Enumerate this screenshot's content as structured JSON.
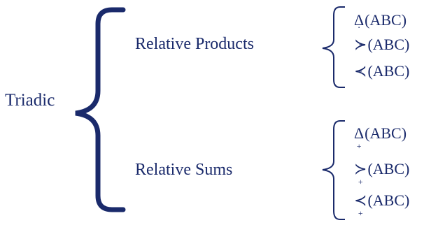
{
  "root": {
    "label": "Triadic"
  },
  "groups": [
    {
      "label": "Relative Products",
      "terms": [
        {
          "symbol": "Δ",
          "mark": ".",
          "args": "(ABC)"
        },
        {
          "symbol": "≻",
          "mark": "-",
          "args": "(ABC)"
        },
        {
          "symbol": "≺",
          "mark": "-",
          "args": "(ABC)"
        }
      ]
    },
    {
      "label": "Relative Sums",
      "terms": [
        {
          "symbol": "Δ",
          "mark": "+",
          "args": "(ABC)"
        },
        {
          "symbol": "≻",
          "mark": "+",
          "args": "(ABC)"
        },
        {
          "symbol": "≺",
          "mark": "+",
          "args": "(ABC)"
        }
      ]
    }
  ],
  "colors": {
    "ink": "#1a2a6b",
    "background": "#ffffff"
  }
}
